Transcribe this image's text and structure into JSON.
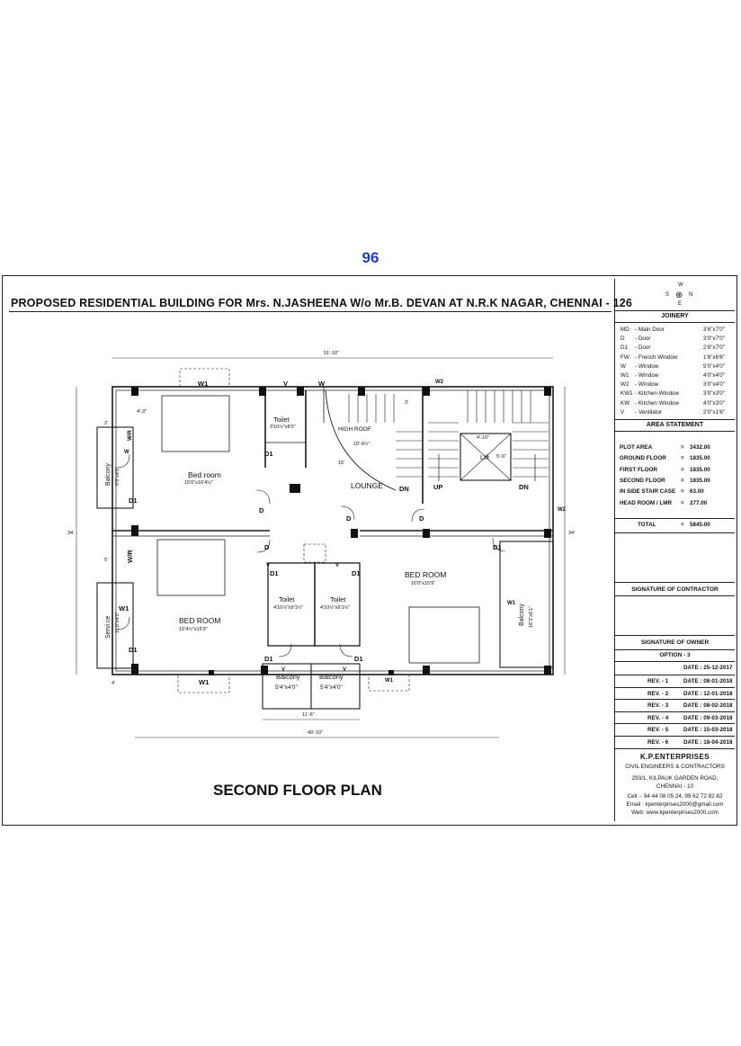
{
  "page_number": "96",
  "title": "PROPOSED  RESIDENTIAL  BUILDING   FOR Mrs. N.JASHEENA W/o Mr.B. DEVAN  AT N.R.K  NAGAR, CHENNAI - 126",
  "floor_title": "SECOND FLOOR PLAN",
  "compass": {
    "n": "N",
    "s": "S",
    "e": "E",
    "w": "W"
  },
  "joinery": {
    "heading": "JOINERY",
    "items": [
      {
        "code": "MD",
        "desc": "- Main Door",
        "size": "3'6\"x7'0\""
      },
      {
        "code": "D",
        "desc": "- Door",
        "size": "3'0\"x7'0\""
      },
      {
        "code": "D1",
        "desc": "- Door",
        "size": "2'6\"x7'0\""
      },
      {
        "code": "FW",
        "desc": "- French Window",
        "size": "1'6\"x6'6\""
      },
      {
        "code": "W",
        "desc": "- Window",
        "size": "5'0\"x4'0\""
      },
      {
        "code": "W1",
        "desc": "- Window",
        "size": "4'0\"x4'0\""
      },
      {
        "code": "W2",
        "desc": "- Window",
        "size": "3'0\"x4'0\""
      },
      {
        "code": "KW1",
        "desc": "- Kitchen Window",
        "size": "3'0\"x3'0\""
      },
      {
        "code": "KW",
        "desc": "- Kitchen Window",
        "size": "4'0\"x3'0\""
      },
      {
        "code": "V",
        "desc": "- Ventilator",
        "size": "2'0\"x1'6\""
      }
    ]
  },
  "area_statement": {
    "heading": "AREA STATEMENT",
    "rows": [
      {
        "label": "PLOT AREA",
        "value": "3432.00"
      },
      {
        "label": "GROUND FLOOR",
        "value": "1835.00"
      },
      {
        "label": "FIRST  FLOOR",
        "value": "1835.00"
      },
      {
        "label": "SECOND   FLOOR",
        "value": "1835.00"
      },
      {
        "label": "IN SIDE STAIR CASE",
        "value": "63.00"
      },
      {
        "label": "HEAD  ROOM / LMR",
        "value": "277.00"
      }
    ],
    "total_label": "TOTAL",
    "total_value": "5845.00"
  },
  "signature_contractor": "SIGNATURE OF CONTRACTOR",
  "signature_owner": "SIGNATURE OF OWNER",
  "option": "OPTION - 3",
  "option_date": "DATE : 25-12-2017",
  "revisions": [
    {
      "rev": "REV. - 1",
      "date": "DATE : 08-01-2018"
    },
    {
      "rev": "REV. - 2",
      "date": "DATE : 12-01-2018"
    },
    {
      "rev": "REV. - 3",
      "date": "DATE : 08-02-2018"
    },
    {
      "rev": "REV. - 4",
      "date": "DATE : 09-03-2018"
    },
    {
      "rev": "REV. - 5",
      "date": "DATE : 15-03-2018"
    },
    {
      "rev": "REV. - 6",
      "date": "DATE : 18-04-2018"
    }
  ],
  "firm": {
    "name": "K.P.ENTERPRISES",
    "subtitle": "CIVIL ENGINEERS & CONTRACTORS",
    "address1": "293/1, KILPAUK GARDEN ROAD,",
    "address2": "CHENNAI - 10",
    "cell": "Cell :- 94 44 08 05 24,  99 62 72 82 82",
    "email": "Email : kpenterprises2000@gmail.com",
    "web": "Web: www.kpenterprises2000.com"
  },
  "plan": {
    "rooms": {
      "bedroom1": "Bed room",
      "bedroom1_size": "15'0\"x16'4½\"",
      "bedroom2": "BED ROOM",
      "bedroom2_size": "15'4½\"x15'9\"",
      "bedroom3": "BED ROOM",
      "bedroom3_size": "16'0\"x15'9\"",
      "lounge": "LOUNGE",
      "high_roof": "HIGH ROOF",
      "high_roof_dim": "10'-6½\"",
      "toilet_top": "Toilet",
      "toilet_top_size": "3'10½\"x8'0\"",
      "toilet_a": "Toilet",
      "toilet_a_size": "4'10½\"x9'1½\"",
      "toilet_b": "Toilet",
      "toilet_b_size": "4'10½\"x9'1½\"",
      "balcony_left": "Balcony",
      "balcony_left_size": "9'9\"x4'0\"",
      "service": "Servi ce",
      "service_size": "11'0\"x4'0\"",
      "balcony_right": "Balcony",
      "balcony_right_size": "16'3\"x6'1\"",
      "balcony_a": "Balcony",
      "balcony_a_size": "5'4\"x4'0\"",
      "balcony_b": "Balcony",
      "balcony_b_size": "5'4\"x4'0\"",
      "lift": "Lift",
      "lift_w": "4'-10\"",
      "lift_h": "5'-6\"",
      "wr_top": "W/R",
      "wr_mid": "W/R"
    },
    "labels": {
      "w1": "W1",
      "w": "W",
      "v": "V",
      "w2": "W2",
      "d": "D",
      "d1": "D1",
      "up": "UP",
      "dn": "DN"
    },
    "dims": {
      "top": "51'-10\"",
      "bottom": "49'-10\"",
      "left": "34'",
      "right": "34'",
      "balcony_width": "11'-6\"",
      "stair_gap": "3'",
      "lounge_depth": "15'",
      "small_2": "2'",
      "small_4": "4'",
      "small_43": "4'-3\"",
      "small_5": "5'"
    }
  }
}
